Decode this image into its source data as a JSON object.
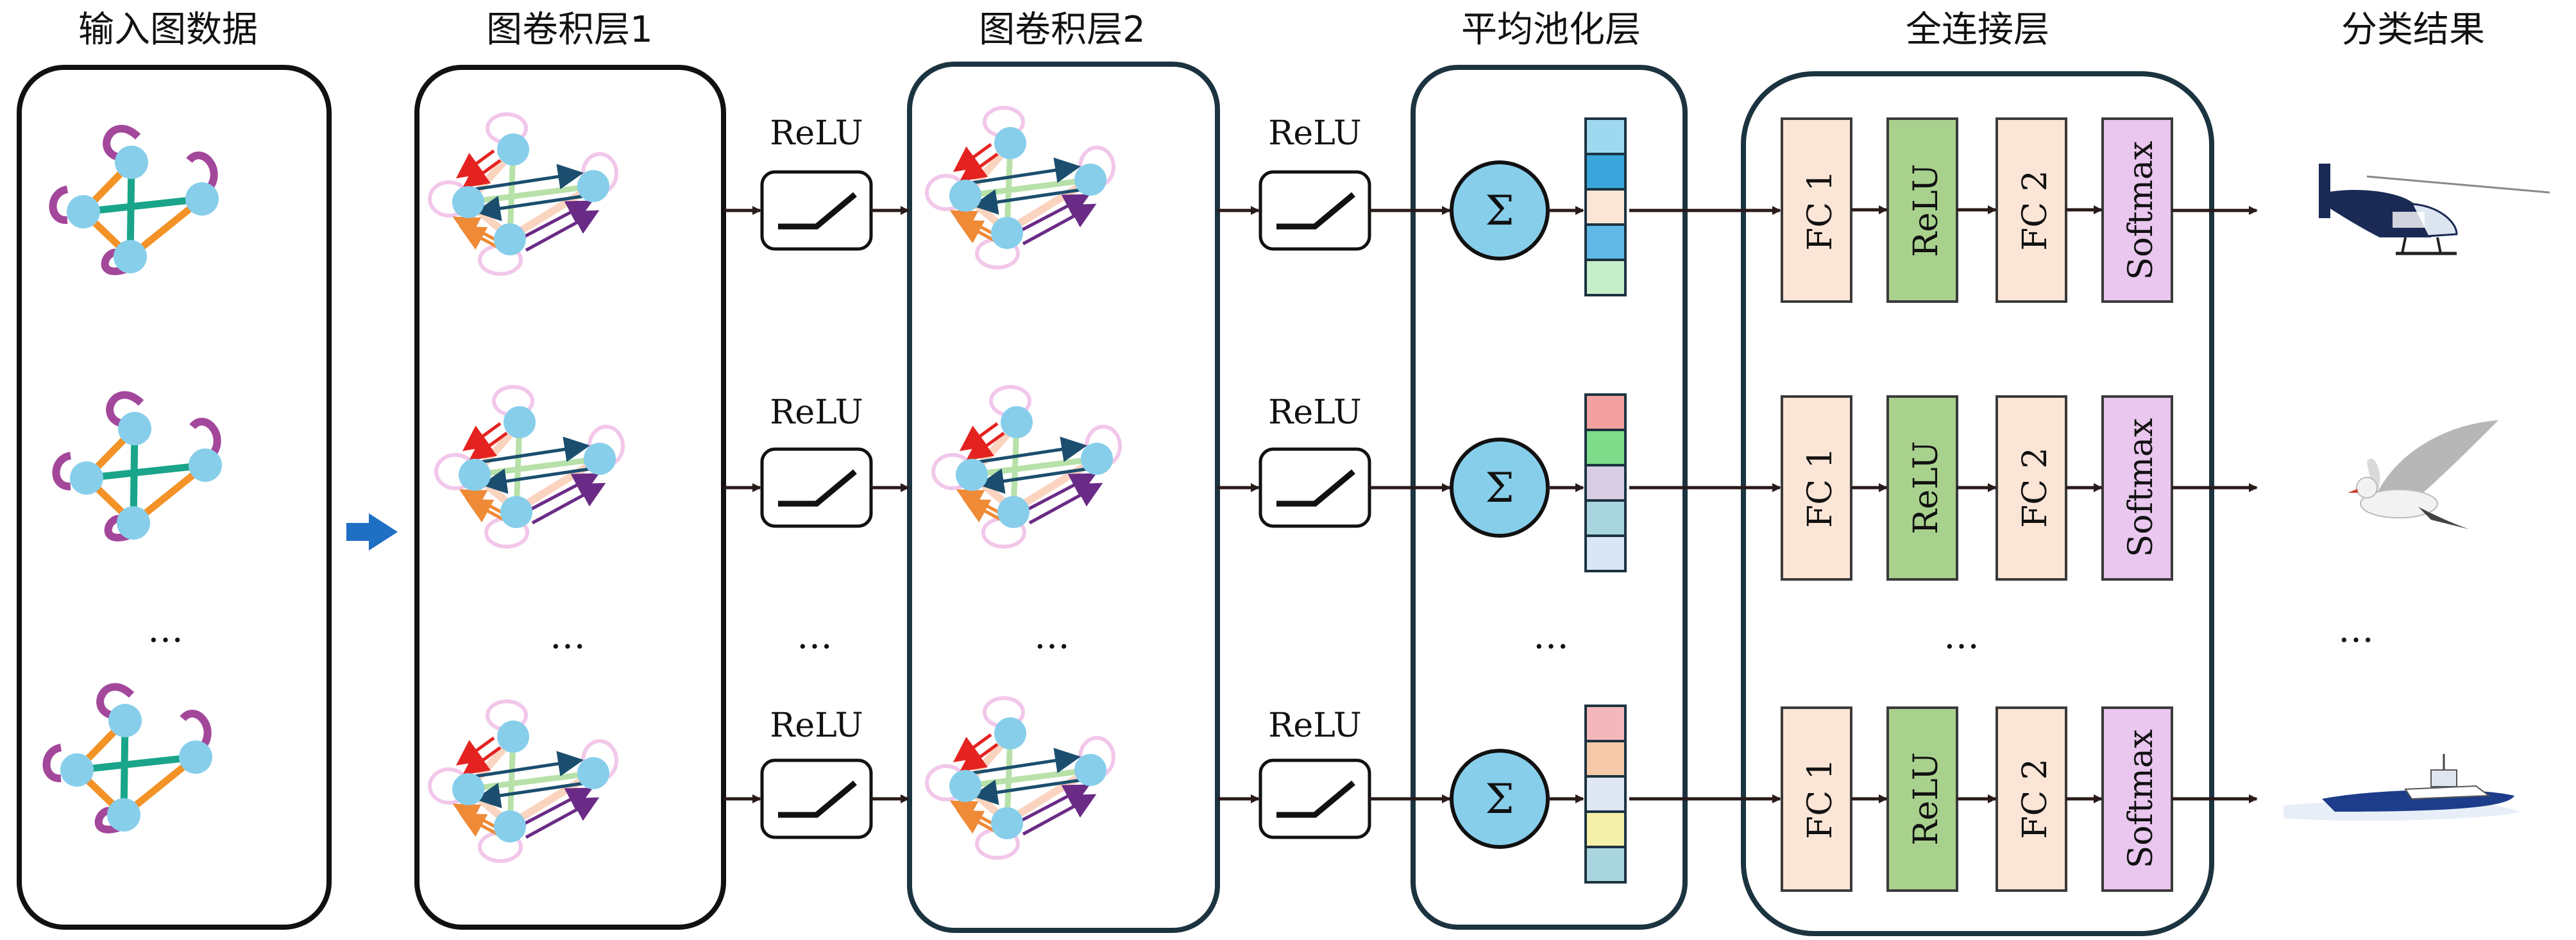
{
  "titles": {
    "input": "输入图数据",
    "conv1": "图卷积层1",
    "conv2": "图卷积层2",
    "pool": "平均池化层",
    "fc": "全连接层",
    "result": "分类结果"
  },
  "activation_label": "ReLU",
  "pool_symbol": "Σ",
  "fc_labels": {
    "fc1": "FC 1",
    "relu": "ReLU",
    "fc2": "FC 2",
    "softmax": "Softmax"
  },
  "ellipsis": "…",
  "colors": {
    "node": "#87ceeb",
    "edge_orange": "#f39226",
    "edge_teal": "#1aa58a",
    "loop_purple": "#a3479b",
    "conv2_frame": "#1c3340",
    "fc1_fill": "#fbe5d6",
    "relu_fill": "#a9d18e",
    "softmax_fill": "#eac7ef",
    "arrow_blue": "#1f6fc4"
  },
  "pool_vectors": [
    [
      "#9fd9ef",
      "#3aa6dc",
      "#fbe5d6",
      "#5fb8e6",
      "#c6eec9"
    ],
    [
      "#f2a0a0",
      "#7fdc8a",
      "#d9cde3",
      "#a9d6de",
      "#d9e6f4"
    ],
    [
      "#f4b8bc",
      "#f6c9a8",
      "#dfe7f4",
      "#f4f0a9",
      "#a9d6de"
    ]
  ],
  "results": [
    "helicopter-image",
    "seagull-image",
    "boat-image"
  ]
}
